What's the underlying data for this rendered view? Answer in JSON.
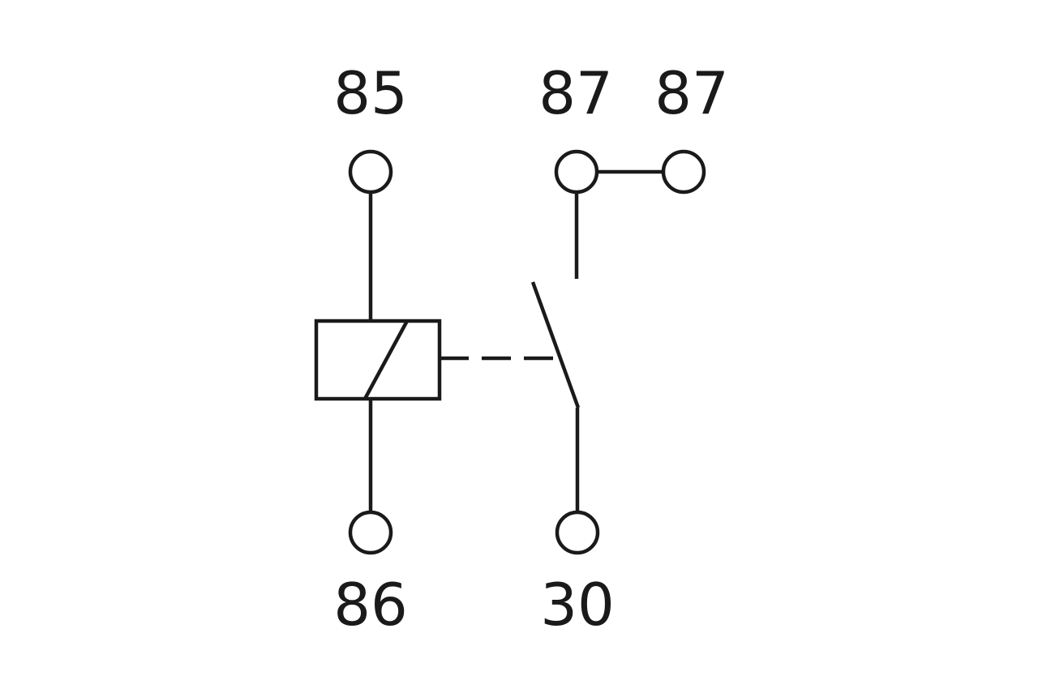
{
  "relay": {
    "terminals": {
      "coil_top": "85",
      "coil_bottom": "86",
      "contact_left": "87",
      "contact_right": "87",
      "common": "30"
    },
    "line_color": "#1a1a1a",
    "background_color": "#ffffff"
  }
}
